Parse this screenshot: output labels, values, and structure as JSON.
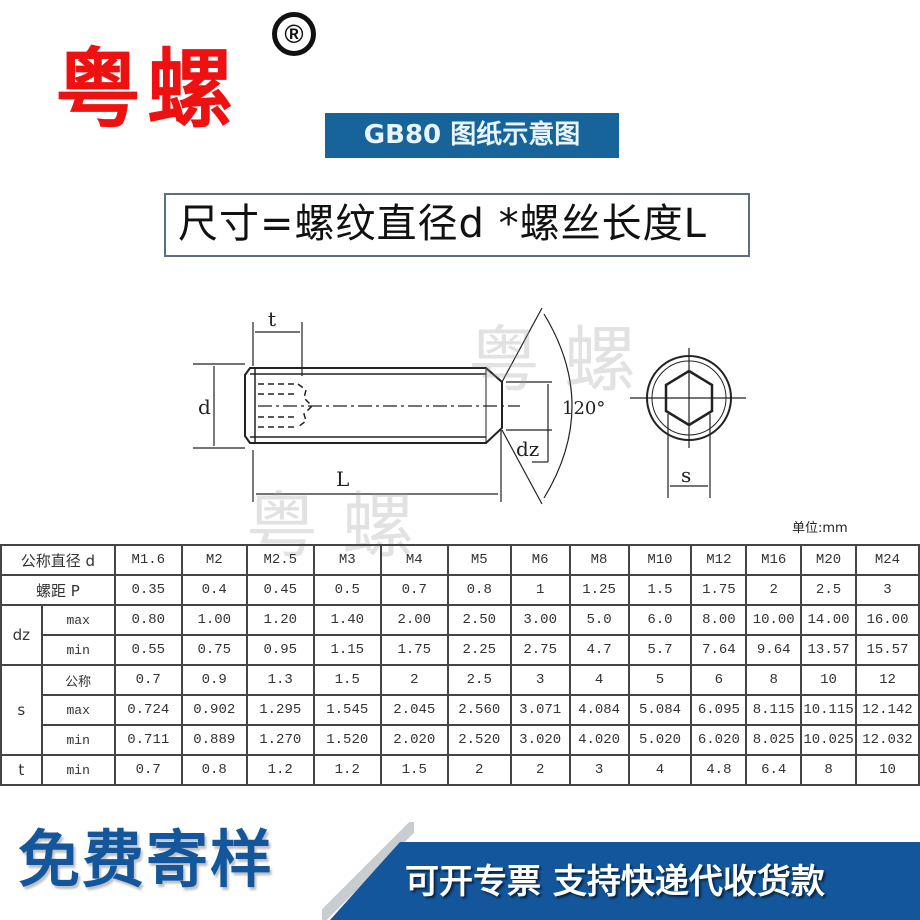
{
  "header": {
    "brand": "粤螺",
    "registered_mark": "®",
    "title_badge": "GB80 图纸示意图",
    "formula": "尺寸=螺纹直径d *螺丝长度L",
    "title_badge_color": "#17649a",
    "brand_color": "#ee1111"
  },
  "drawing": {
    "labels": {
      "t": "t",
      "d": "d",
      "L": "L",
      "dz": "dz",
      "angle": "120°",
      "s": "s"
    },
    "watermark": "粤螺"
  },
  "unit_label": "单位:mm",
  "table": {
    "header_label": "公称直径 d",
    "sizes": [
      "M1.6",
      "M2",
      "M2.5",
      "M3",
      "M4",
      "M5",
      "M6",
      "M8",
      "M10",
      "M12",
      "M16",
      "M20",
      "M24"
    ],
    "rows": [
      {
        "group": "螺距 P",
        "sub": "",
        "values": [
          "0.35",
          "0.4",
          "0.45",
          "0.5",
          "0.7",
          "0.8",
          "1",
          "1.25",
          "1.5",
          "1.75",
          "2",
          "2.5",
          "3"
        ]
      },
      {
        "group": "dz",
        "sub": "max",
        "values": [
          "0.80",
          "1.00",
          "1.20",
          "1.40",
          "2.00",
          "2.50",
          "3.00",
          "5.0",
          "6.0",
          "8.00",
          "10.00",
          "14.00",
          "16.00"
        ]
      },
      {
        "group": "dz",
        "sub": "min",
        "values": [
          "0.55",
          "0.75",
          "0.95",
          "1.15",
          "1.75",
          "2.25",
          "2.75",
          "4.7",
          "5.7",
          "7.64",
          "9.64",
          "13.57",
          "15.57"
        ]
      },
      {
        "group": "s",
        "sub": "公称",
        "values": [
          "0.7",
          "0.9",
          "1.3",
          "1.5",
          "2",
          "2.5",
          "3",
          "4",
          "5",
          "6",
          "8",
          "10",
          "12"
        ]
      },
      {
        "group": "s",
        "sub": "max",
        "values": [
          "0.724",
          "0.902",
          "1.295",
          "1.545",
          "2.045",
          "2.560",
          "3.071",
          "4.084",
          "5.084",
          "6.095",
          "8.115",
          "10.115",
          "12.142"
        ]
      },
      {
        "group": "s",
        "sub": "min",
        "values": [
          "0.711",
          "0.889",
          "1.270",
          "1.520",
          "2.020",
          "2.520",
          "3.020",
          "4.020",
          "5.020",
          "6.020",
          "8.025",
          "10.025",
          "12.032"
        ]
      },
      {
        "group": "t",
        "sub": "min",
        "values": [
          "0.7",
          "0.8",
          "1.2",
          "1.2",
          "1.5",
          "2",
          "2",
          "3",
          "4",
          "4.8",
          "6.4",
          "8",
          "10"
        ]
      }
    ]
  },
  "footer": {
    "free_sample": "免费寄样",
    "services": "可开专票 支持快递代收货款",
    "accent_color": "#13569b"
  }
}
